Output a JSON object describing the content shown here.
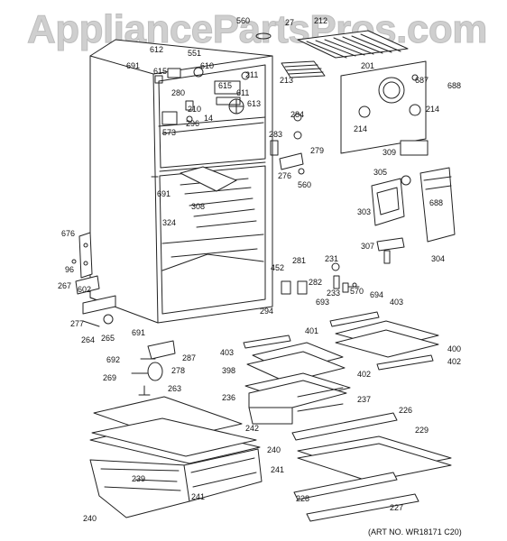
{
  "watermark": "AppliancePartsPros.com",
  "art_no": "(ART NO. WR18171 C20)",
  "labels": [
    {
      "id": "l560a",
      "text": "560"
    },
    {
      "id": "l27",
      "text": "27"
    },
    {
      "id": "l212",
      "text": "212"
    },
    {
      "id": "l612",
      "text": "612"
    },
    {
      "id": "l551",
      "text": "551"
    },
    {
      "id": "l691a",
      "text": "691"
    },
    {
      "id": "l615a",
      "text": "615"
    },
    {
      "id": "l610",
      "text": "610"
    },
    {
      "id": "l211",
      "text": "211"
    },
    {
      "id": "l213",
      "text": "213"
    },
    {
      "id": "l201",
      "text": "201"
    },
    {
      "id": "l688a",
      "text": "688"
    },
    {
      "id": "l687",
      "text": "687"
    },
    {
      "id": "l615b",
      "text": "615"
    },
    {
      "id": "l280",
      "text": "280"
    },
    {
      "id": "l611",
      "text": "611"
    },
    {
      "id": "l210",
      "text": "210"
    },
    {
      "id": "l613",
      "text": "613"
    },
    {
      "id": "l14",
      "text": "14"
    },
    {
      "id": "l573",
      "text": "573"
    },
    {
      "id": "l296",
      "text": "296"
    },
    {
      "id": "l284",
      "text": "284"
    },
    {
      "id": "l214a",
      "text": "214"
    },
    {
      "id": "l214b",
      "text": "214"
    },
    {
      "id": "l283",
      "text": "283"
    },
    {
      "id": "l279",
      "text": "279"
    },
    {
      "id": "l309",
      "text": "309"
    },
    {
      "id": "l276",
      "text": "276"
    },
    {
      "id": "l560b",
      "text": "560"
    },
    {
      "id": "l305",
      "text": "305"
    },
    {
      "id": "l691b",
      "text": "691"
    },
    {
      "id": "l308",
      "text": "308"
    },
    {
      "id": "l303",
      "text": "303"
    },
    {
      "id": "l688b",
      "text": "688"
    },
    {
      "id": "l324",
      "text": "324"
    },
    {
      "id": "l676",
      "text": "676"
    },
    {
      "id": "l96",
      "text": "96"
    },
    {
      "id": "l307",
      "text": "307"
    },
    {
      "id": "l304",
      "text": "304"
    },
    {
      "id": "l281",
      "text": "281"
    },
    {
      "id": "l231",
      "text": "231"
    },
    {
      "id": "l452",
      "text": "452"
    },
    {
      "id": "l267",
      "text": "267"
    },
    {
      "id": "l602",
      "text": "602"
    },
    {
      "id": "l282",
      "text": "282"
    },
    {
      "id": "l233",
      "text": "233"
    },
    {
      "id": "l570",
      "text": "570"
    },
    {
      "id": "l694",
      "text": "694"
    },
    {
      "id": "l403a",
      "text": "403"
    },
    {
      "id": "l693",
      "text": "693"
    },
    {
      "id": "l294",
      "text": "294"
    },
    {
      "id": "l277",
      "text": "277"
    },
    {
      "id": "l401",
      "text": "401"
    },
    {
      "id": "l264",
      "text": "264"
    },
    {
      "id": "l265",
      "text": "265"
    },
    {
      "id": "l691c",
      "text": "691"
    },
    {
      "id": "l403b",
      "text": "403"
    },
    {
      "id": "l400",
      "text": "400"
    },
    {
      "id": "l287",
      "text": "287"
    },
    {
      "id": "l692",
      "text": "692"
    },
    {
      "id": "l402a",
      "text": "402"
    },
    {
      "id": "l398",
      "text": "398"
    },
    {
      "id": "l278",
      "text": "278"
    },
    {
      "id": "l402b",
      "text": "402"
    },
    {
      "id": "l269",
      "text": "269"
    },
    {
      "id": "l263",
      "text": "263"
    },
    {
      "id": "l236",
      "text": "236"
    },
    {
      "id": "l237",
      "text": "237"
    },
    {
      "id": "l226",
      "text": "226"
    },
    {
      "id": "l242",
      "text": "242"
    },
    {
      "id": "l229",
      "text": "229"
    },
    {
      "id": "l240a",
      "text": "240"
    },
    {
      "id": "l241a",
      "text": "241"
    },
    {
      "id": "l239",
      "text": "239"
    },
    {
      "id": "l228",
      "text": "228"
    },
    {
      "id": "l241b",
      "text": "241"
    },
    {
      "id": "l240b",
      "text": "240"
    },
    {
      "id": "l227",
      "text": "227"
    }
  ]
}
